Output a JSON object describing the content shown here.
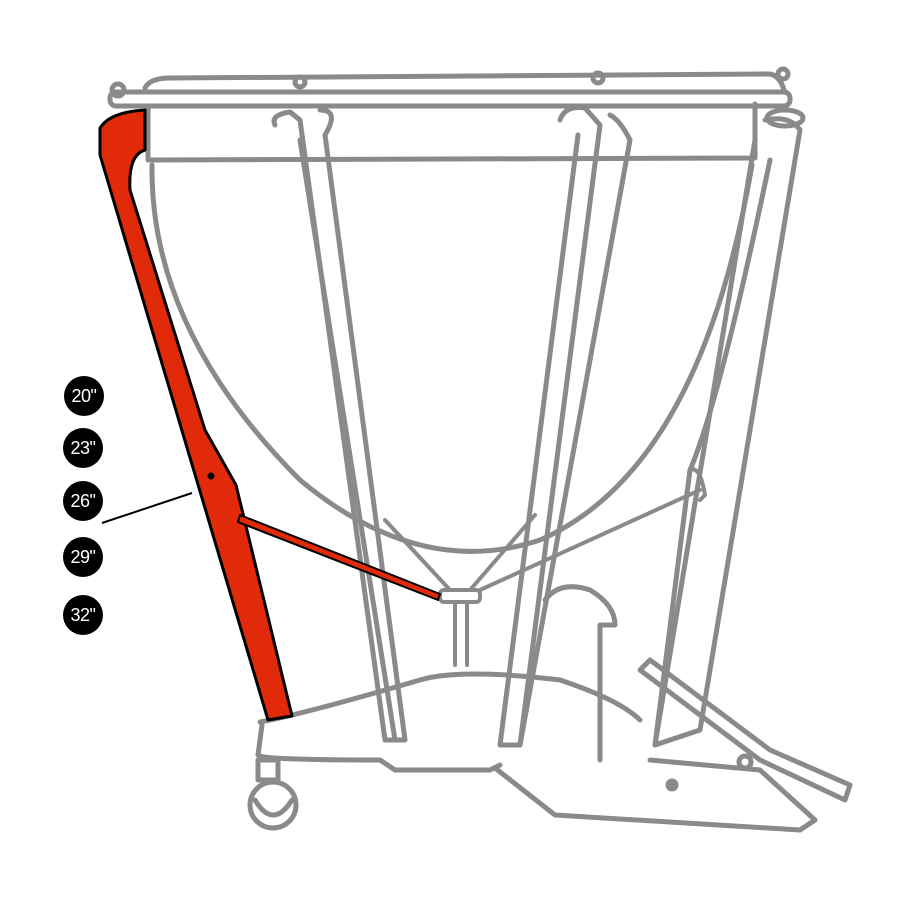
{
  "diagram": {
    "subject": "timpani",
    "highlighted_part": "strut",
    "colors": {
      "outline": "#8a8a8a",
      "highlight": "#e02a0a",
      "highlight_outline": "#000000",
      "badge_bg": "#000000",
      "badge_text": "#ffffff"
    }
  },
  "sizes": [
    {
      "label": "20\""
    },
    {
      "label": "23\""
    },
    {
      "label": "26\""
    },
    {
      "label": "29\""
    },
    {
      "label": "32\""
    }
  ],
  "pointer": {
    "target_size_index": 2
  }
}
